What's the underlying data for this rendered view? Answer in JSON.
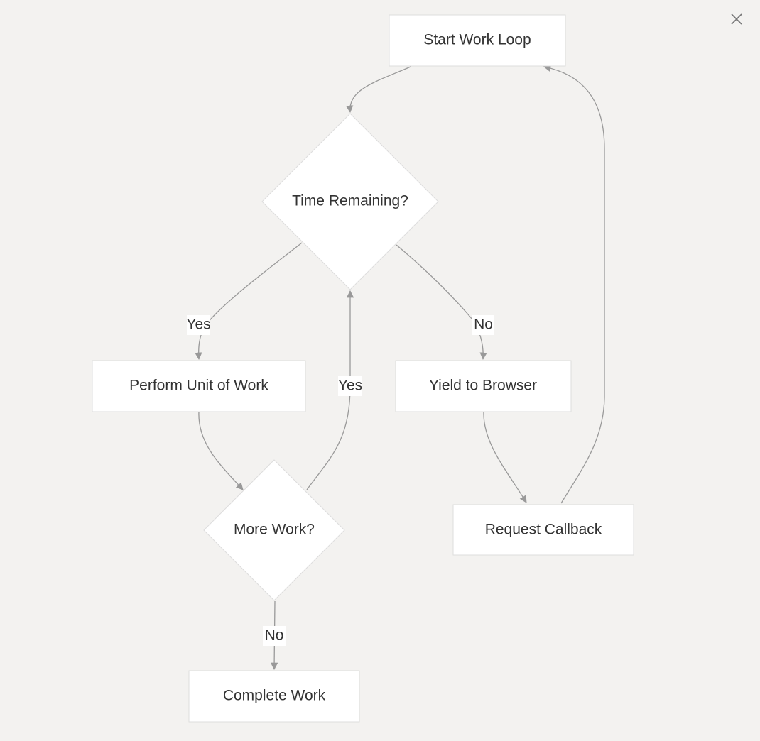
{
  "nodes": {
    "start": "Start Work Loop",
    "time_remaining": "Time Remaining?",
    "perform_unit": "Perform Unit of Work",
    "yield_browser": "Yield to Browser",
    "more_work": "More Work?",
    "request_callback": "Request Callback",
    "complete_work": "Complete Work"
  },
  "edge_labels": {
    "time_yes": "Yes",
    "time_no": "No",
    "more_yes": "Yes",
    "more_no": "No"
  },
  "icons": {
    "close": "close-icon"
  },
  "colors": {
    "background": "#f3f2f0",
    "node_fill": "#ffffff",
    "node_border": "#dddddd",
    "edge": "#999999",
    "text": "#333333"
  }
}
